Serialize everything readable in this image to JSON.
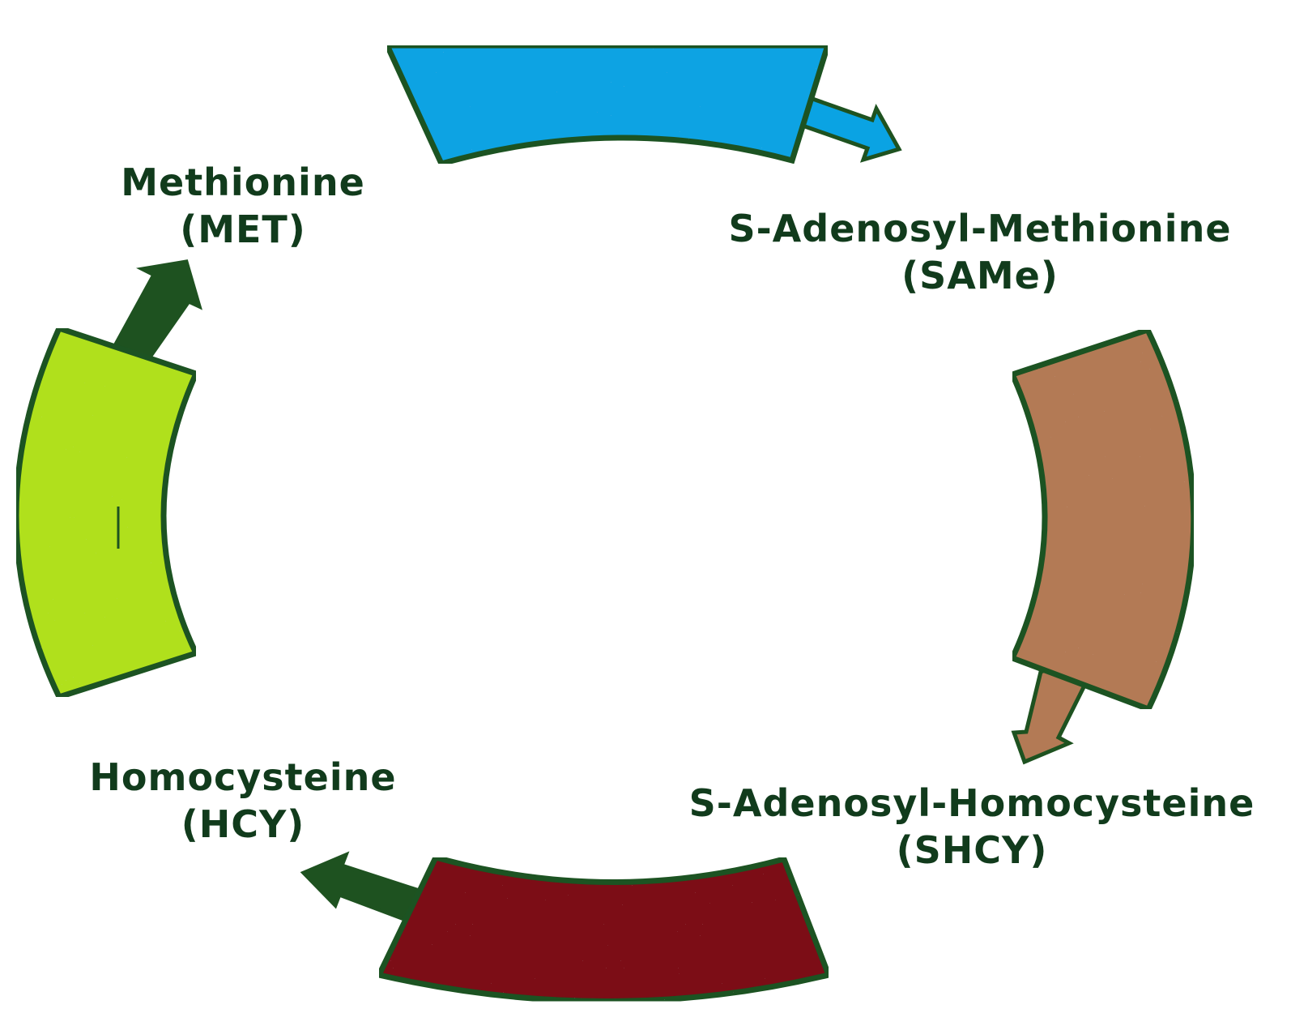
{
  "colors": {
    "outline": "#1e5220",
    "arrow": "#1e5220",
    "label_text": "#113b1c",
    "segment_top": "#0aa3e3",
    "segment_right": "#b37a55",
    "segment_bottom": "#7c0716",
    "segment_left": "#b0e01e"
  },
  "labels": {
    "met": {
      "name": "Methionine",
      "abbr": "(MET)"
    },
    "same": {
      "name": "S-Adenosyl-Methionine",
      "abbr": "(SAMe)"
    },
    "shcy": {
      "name": "S-Adenosyl-Homocysteine",
      "abbr": "(SHCY)"
    },
    "hcy": {
      "name": "Homocysteine",
      "abbr": "(HCY)"
    }
  }
}
